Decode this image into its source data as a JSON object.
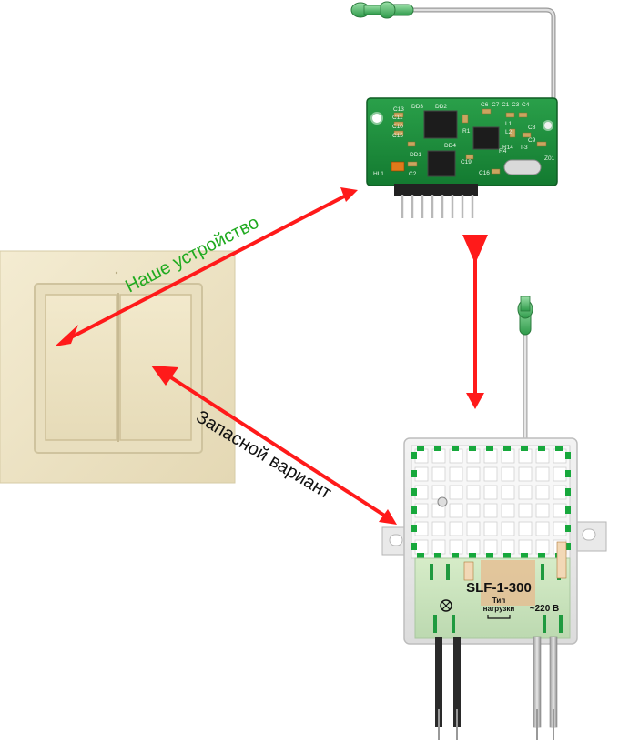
{
  "labels": {
    "our_device": "Наше устройство",
    "backup_option": "Запасной вариант"
  },
  "pcb": {
    "components": [
      "DD3",
      "C13",
      "C11",
      "C10",
      "C15",
      "DD2",
      "C6",
      "C7",
      "C1",
      "C3",
      "C4",
      "R1",
      "L1",
      "L2",
      "C8",
      "C9",
      "DD4",
      "DD1",
      "R4",
      "C16",
      "C19",
      "C2",
      "HL1",
      "R14",
      "I-3",
      "Z01"
    ]
  },
  "module": {
    "model": "SLF-1-300",
    "load_type_label": "Тип",
    "load_type_label2": "нагрузки",
    "voltage": "~220 В"
  },
  "colors": {
    "arrow": "#ff1a1a",
    "label_green": "#1faa1f",
    "pcb_green": "#1b8a3a",
    "module_green": "#17a83c",
    "switch_cream": "#efe6c8"
  },
  "icons": {
    "lamp": "lamp-symbol-icon",
    "load_type": "load-type-symbol-icon"
  }
}
